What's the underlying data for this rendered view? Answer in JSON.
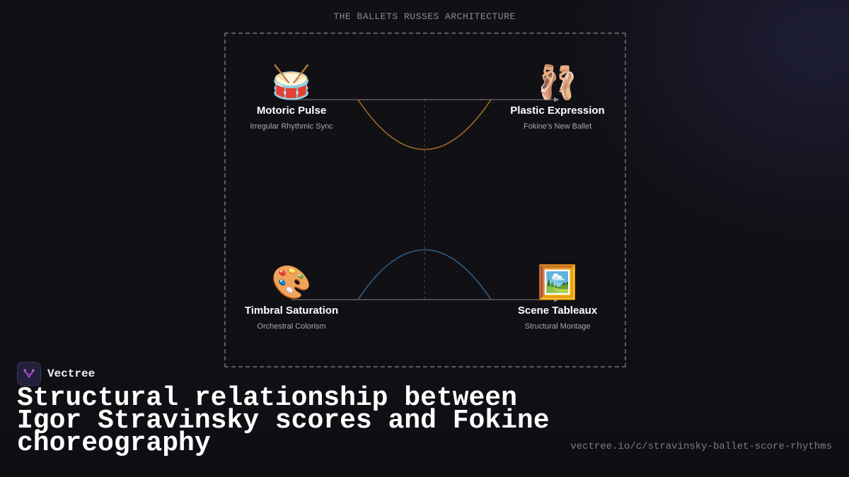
{
  "diagram": {
    "title": "THE BALLETS RUSSES ARCHITECTURE",
    "nodes": [
      {
        "icon": "drum-icon",
        "emoji": "🥁",
        "label": "Motoric Pulse",
        "sub": "Irregular Rhythmic Sync"
      },
      {
        "icon": "ballet-shoes-icon",
        "emoji": "🩰",
        "label": "Plastic Expression",
        "sub": "Fokine's New Ballet"
      },
      {
        "icon": "palette-icon",
        "emoji": "🎨",
        "label": "Timbral Saturation",
        "sub": "Orchestral Colorism"
      },
      {
        "icon": "framed-picture-icon",
        "emoji": "🖼️",
        "label": "Scene Tableaux",
        "sub": "Structural Montage"
      }
    ],
    "colors": {
      "top_curve": "#9a6a22",
      "bottom_curve": "#2e5f86",
      "connector_line": "#6a6a70"
    }
  },
  "brand": {
    "name": "Vectree",
    "logo_color": "#b04ad6"
  },
  "headline": "Structural relationship between Igor Stravinsky scores and Fokine choreography",
  "url": "vectree.io/c/stravinsky-ballet-score-rhythms"
}
